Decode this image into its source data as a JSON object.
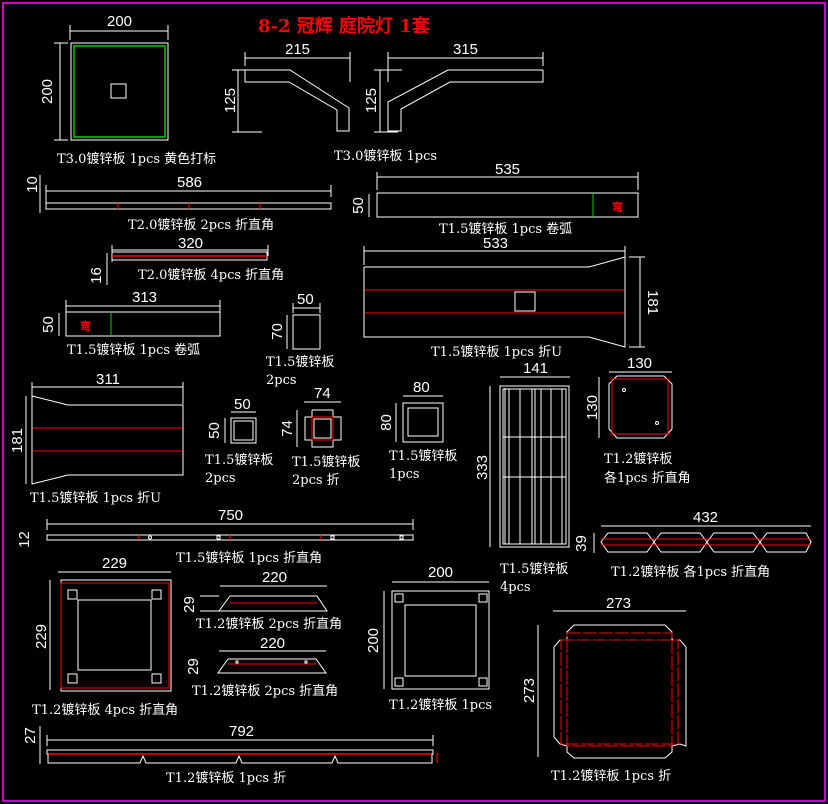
{
  "title": "8-2 冠辉 庭院灯 1套",
  "colors": {
    "background": "#000000",
    "outline": "#ffffff",
    "bend_line": "#ff0000",
    "accent_line": "#00cc00",
    "frame": "#cc00cc",
    "title": "#ff0000"
  },
  "parts": [
    {
      "id": "p1",
      "dims": [
        "200",
        "200"
      ],
      "label": "T3.0镀锌板 1pcs 黄色打标"
    },
    {
      "id": "p2",
      "dims": [
        "215",
        "125",
        "315",
        "125"
      ],
      "label": "T3.0镀锌板 1pcs"
    },
    {
      "id": "p3",
      "dims": [
        "586",
        "10"
      ],
      "label": "T2.0镀锌板 2pcs 折直角"
    },
    {
      "id": "p4",
      "dims": [
        "320",
        "16"
      ],
      "label": "T2.0镀锌板 4pcs 折直角"
    },
    {
      "id": "p5",
      "dims": [
        "535",
        "50"
      ],
      "label": "T1.5镀锌板 1pcs 卷弧",
      "mark": "弯"
    },
    {
      "id": "p6",
      "dims": [
        "533",
        "181"
      ],
      "label": "T1.5镀锌板 1pcs 折U"
    },
    {
      "id": "p7",
      "dims": [
        "313",
        "50"
      ],
      "label": "T1.5镀锌板 1pcs 卷弧",
      "mark": "弯"
    },
    {
      "id": "p8",
      "dims": [
        "50",
        "70"
      ],
      "label": "T1.5镀锌板",
      "qty": "2pcs"
    },
    {
      "id": "p9",
      "dims": [
        "311",
        "181"
      ],
      "label": "T1.5镀锌板 1pcs 折U"
    },
    {
      "id": "p10",
      "dims": [
        "50",
        "50"
      ],
      "label": "T1.5镀锌板",
      "qty": "2pcs"
    },
    {
      "id": "p11",
      "dims": [
        "74",
        "74"
      ],
      "label": "T1.5镀锌板",
      "qty": "2pcs 折"
    },
    {
      "id": "p12",
      "dims": [
        "80",
        "80"
      ],
      "label": "T1.5镀锌板",
      "qty": "1pcs"
    },
    {
      "id": "p13",
      "dims": [
        "141",
        "333"
      ],
      "label": "T1.5镀锌板",
      "qty": "4pcs"
    },
    {
      "id": "p14",
      "dims": [
        "130",
        "130"
      ],
      "label": "T1.2镀锌板",
      "qty": "各1pcs 折直角"
    },
    {
      "id": "p15",
      "dims": [
        "750",
        "12"
      ],
      "label": "T1.5镀锌板 1pcs 折直角"
    },
    {
      "id": "p16",
      "dims": [
        "432",
        "39"
      ],
      "label": "T1.2镀锌板 各1pcs 折直角"
    },
    {
      "id": "p17",
      "dims": [
        "229",
        "229"
      ],
      "label": "T1.2镀锌板 4pcs 折直角"
    },
    {
      "id": "p18",
      "dims": [
        "220",
        "29"
      ],
      "label": "T1.2镀锌板 2pcs 折直角"
    },
    {
      "id": "p19",
      "dims": [
        "220",
        "29"
      ],
      "label": "T1.2镀锌板 2pcs 折直角"
    },
    {
      "id": "p20",
      "dims": [
        "200",
        "200"
      ],
      "label": "T1.2镀锌板 1pcs"
    },
    {
      "id": "p21",
      "dims": [
        "273",
        "273"
      ],
      "label": "T1.2镀锌板 1pcs 折"
    },
    {
      "id": "p22",
      "dims": [
        "792",
        "27"
      ],
      "label": "T1.2镀锌板 1pcs 折"
    }
  ]
}
